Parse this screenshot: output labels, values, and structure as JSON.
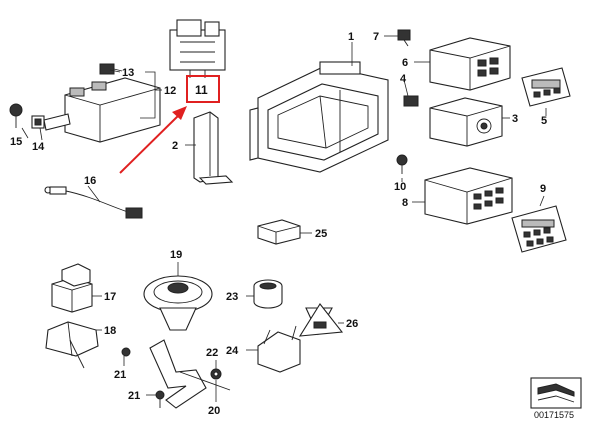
{
  "labels": {
    "p1": "1",
    "p2": "2",
    "p3": "3",
    "p4": "4",
    "p5": "5",
    "p6": "6",
    "p7": "7",
    "p8": "8",
    "p9": "9",
    "p10": "10",
    "p11": "11",
    "p12": "12",
    "p13": "13",
    "p14": "14",
    "p15": "15",
    "p16": "16",
    "p17": "17",
    "p18": "18",
    "p19": "19",
    "p20": "20",
    "p21a": "21",
    "p21b": "21",
    "p22": "22",
    "p23": "23",
    "p24": "24",
    "p25": "25",
    "p26": "26"
  },
  "reference_number": "00171575",
  "highlight": {
    "target_label": "11",
    "color": "#e02020"
  }
}
